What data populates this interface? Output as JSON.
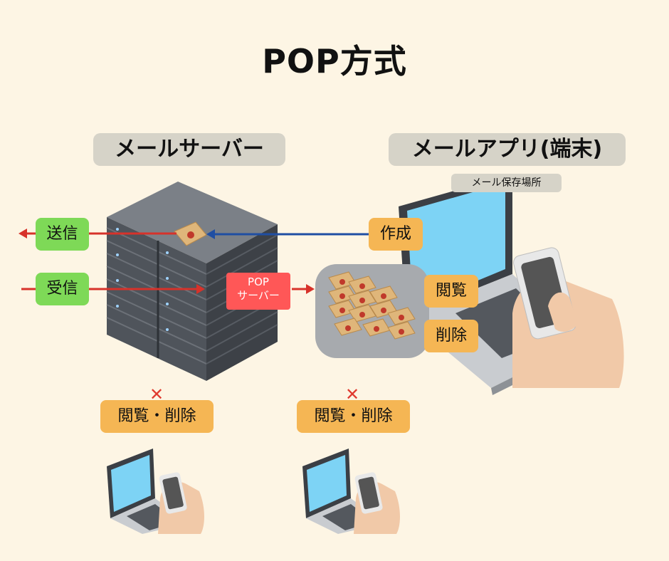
{
  "title": "POP方式",
  "mail_server": {
    "label": "メールサーバー",
    "send_label": "送信",
    "receive_label": "受信",
    "pop_server_line1": "POP",
    "pop_server_line2": "サーバー"
  },
  "mail_app": {
    "label": "メールアプリ(端末)",
    "storage_label": "メール保存場所",
    "create_label": "作成",
    "view_label": "閲覧",
    "delete_label": "削除"
  },
  "devices": {
    "device1_label": "閲覧・削除",
    "device2_label": "閲覧・削除",
    "x_mark": "✕"
  },
  "colors": {
    "background": "#fdf5e4",
    "red_arrow": "#d7322a",
    "blue_arrow": "#1f4ea3",
    "green": "#7ed957",
    "orange": "#f5b654",
    "red_tag": "#ff5757"
  }
}
